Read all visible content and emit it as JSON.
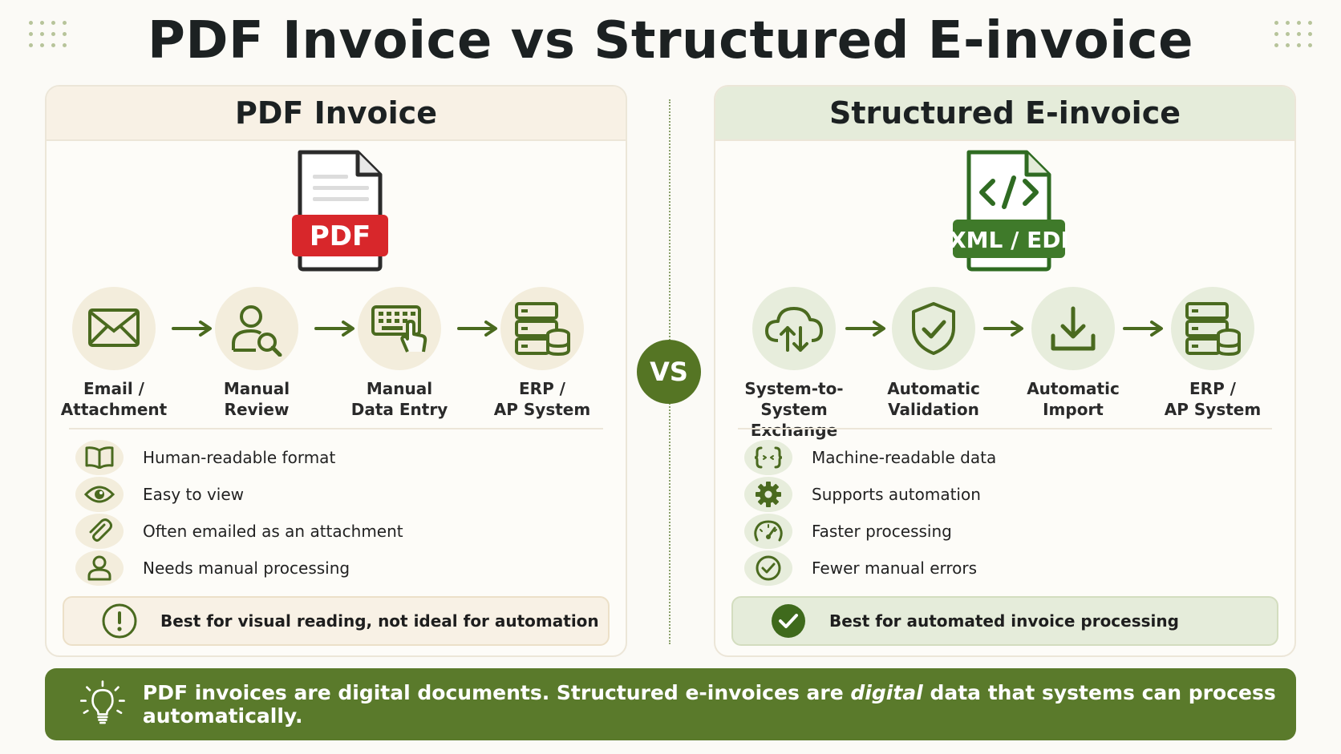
{
  "title": "PDF Invoice vs Structured E-invoice",
  "vs_label": "VS",
  "colors": {
    "accent_green": "#557524",
    "pdf_red": "#d8272b",
    "banner_green": "#5a7a2b"
  },
  "pdf_panel": {
    "heading": "PDF Invoice",
    "doc_badge": "PDF",
    "flow": [
      {
        "icon": "envelope-icon",
        "label": "Email /\nAttachment"
      },
      {
        "icon": "person-search-icon",
        "label": "Manual\nReview"
      },
      {
        "icon": "keyboard-hand-icon",
        "label": "Manual\nData Entry"
      },
      {
        "icon": "server-database-icon",
        "label": "ERP /\nAP System"
      }
    ],
    "features": [
      {
        "icon": "open-book-icon",
        "text": "Human-readable format"
      },
      {
        "icon": "eye-icon",
        "text": "Easy to view"
      },
      {
        "icon": "paperclip-icon",
        "text": "Often emailed as an attachment"
      },
      {
        "icon": "person-icon",
        "text": "Needs manual processing"
      }
    ],
    "note": {
      "icon": "exclamation-icon",
      "text": "Best for visual reading, not ideal for automation"
    }
  },
  "xml_panel": {
    "heading": "Structured E-invoice",
    "doc_badge": "XML / EDI",
    "flow": [
      {
        "icon": "cloud-exchange-icon",
        "label": "System-to-System\nExchange"
      },
      {
        "icon": "shield-check-icon",
        "label": "Automatic\nValidation"
      },
      {
        "icon": "download-icon",
        "label": "Automatic\nImport"
      },
      {
        "icon": "server-database-icon",
        "label": "ERP /\nAP System"
      }
    ],
    "features": [
      {
        "icon": "braces-icon",
        "text": "Machine-readable data"
      },
      {
        "icon": "gear-icon",
        "text": "Supports automation"
      },
      {
        "icon": "speedometer-icon",
        "text": "Faster processing"
      },
      {
        "icon": "check-circle-icon",
        "text": "Fewer manual errors"
      }
    ],
    "note": {
      "icon": "check-badge-icon",
      "text": "Best for automated invoice processing"
    }
  },
  "banner": {
    "icon": "lightbulb-icon",
    "text_part1": "PDF invoices are digital documents. Structured e-invoices are ",
    "text_em1": "digital",
    "text_part2": " data that systems can process automatically."
  }
}
